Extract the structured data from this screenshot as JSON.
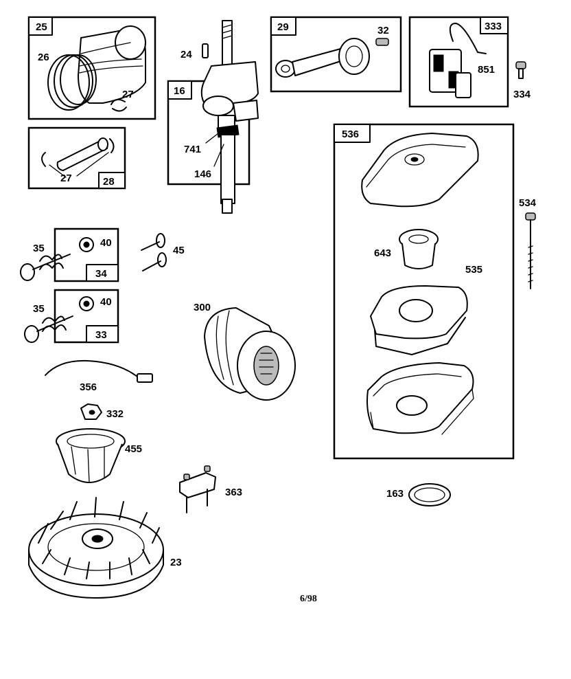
{
  "boxes": [
    {
      "id": "25"
    },
    {
      "id": "28"
    },
    {
      "id": "16"
    },
    {
      "id": "29"
    },
    {
      "id": "333"
    },
    {
      "id": "34"
    },
    {
      "id": "33"
    },
    {
      "id": "536"
    }
  ],
  "labels": {
    "p26": "26",
    "p27a": "27",
    "p27b": "27",
    "p24": "24",
    "p741": "741",
    "p146": "146",
    "p32": "32",
    "p851": "851",
    "p334": "334",
    "p534": "534",
    "p643": "643",
    "p535": "535",
    "p35a": "35",
    "p40a": "40",
    "p45": "45",
    "p35b": "35",
    "p40b": "40",
    "p300": "300",
    "p356": "356",
    "p332": "332",
    "p455": "455",
    "p363": "363",
    "p163": "163",
    "p23": "23"
  },
  "footer": "6/98"
}
